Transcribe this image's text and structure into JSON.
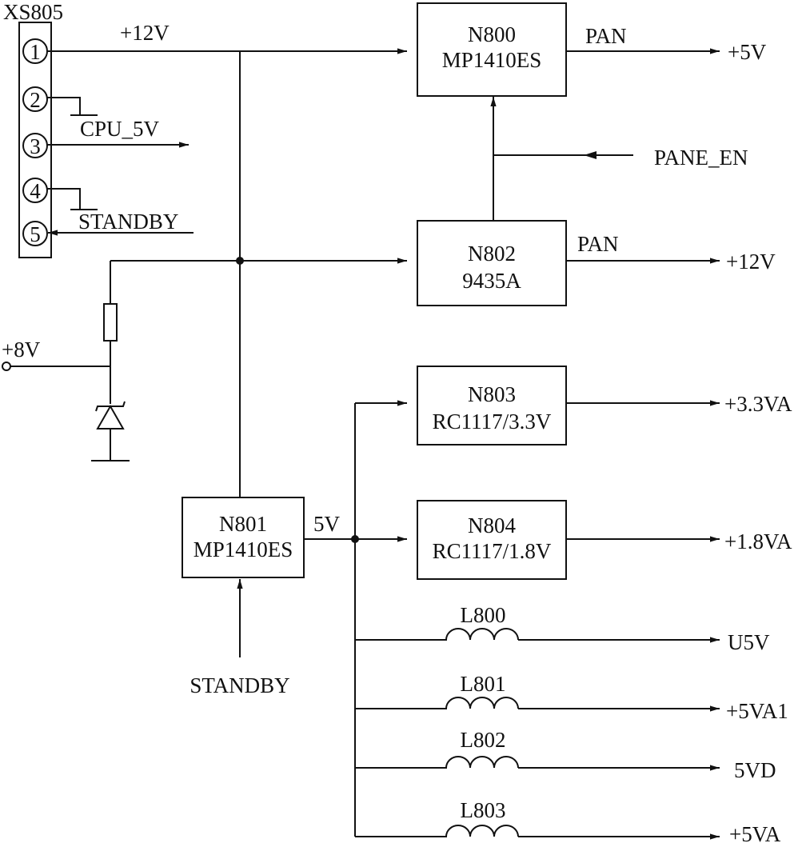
{
  "connector": {
    "name": "XS805",
    "pins": [
      "1",
      "2",
      "3",
      "4",
      "5"
    ],
    "pin2_label": "CPU_5V",
    "pin4_label": "STANDBY"
  },
  "input_label": "+8V",
  "rail_label": "+12V",
  "n800": {
    "ref": "N800",
    "part": "MP1410ES",
    "out_signal": "PAN",
    "output": "+5V",
    "enable": "PANE_EN"
  },
  "n802": {
    "ref": "N802",
    "part": "9435A",
    "out_signal": "PAN",
    "output": "+12V"
  },
  "n801": {
    "ref": "N801",
    "part": "MP1410ES",
    "out_label": "5V",
    "control": "STANDBY"
  },
  "n803": {
    "ref": "N803",
    "part": "RC1117/3.3V",
    "output": "+3.3VA"
  },
  "n804": {
    "ref": "N804",
    "part": "RC1117/1.8V",
    "output": "+1.8VA"
  },
  "inductors": [
    {
      "ref": "L800",
      "output": "U5V"
    },
    {
      "ref": "L801",
      "output": "+5VA1"
    },
    {
      "ref": "L802",
      "output": "5VD"
    },
    {
      "ref": "L803",
      "output": "+5VA"
    }
  ]
}
